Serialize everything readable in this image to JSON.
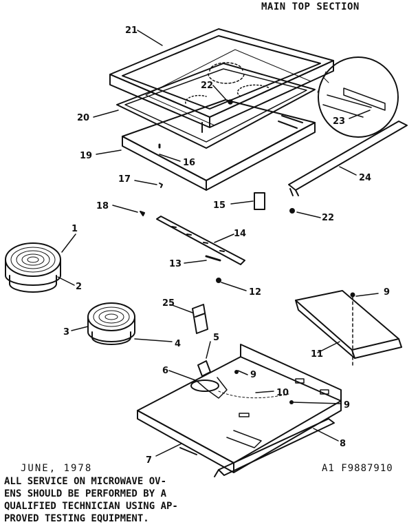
{
  "header": {
    "title": "MAIN  TOP SECTION"
  },
  "footer": {
    "date": "JUNE, 1978",
    "model_code": "A1   F9887910",
    "note_lines": [
      "ALL SERVICE ON MICROWAVE OV-",
      "ENS SHOULD BE PERFORMED BY A",
      "QUALIFIED TECHNICIAN USING AP-",
      "PROVED TESTING EQUIPMENT."
    ]
  },
  "callouts": {
    "c1": "1",
    "c2": "2",
    "c3": "3",
    "c4": "4",
    "c5": "5",
    "c6": "6",
    "c7": "7",
    "c8": "8",
    "c9a": "9",
    "c9b": "9",
    "c9c": "9",
    "c10": "10",
    "c11": "11",
    "c12": "12",
    "c13": "13",
    "c14": "14",
    "c15": "15",
    "c16": "16",
    "c17": "17",
    "c18": "18",
    "c19": "19",
    "c20": "20",
    "c21": "21",
    "c22a": "22",
    "c22b": "22",
    "c23": "23",
    "c24": "24",
    "c25": "25"
  },
  "colors": {
    "ink": "#111111",
    "paper": "#ffffff"
  }
}
